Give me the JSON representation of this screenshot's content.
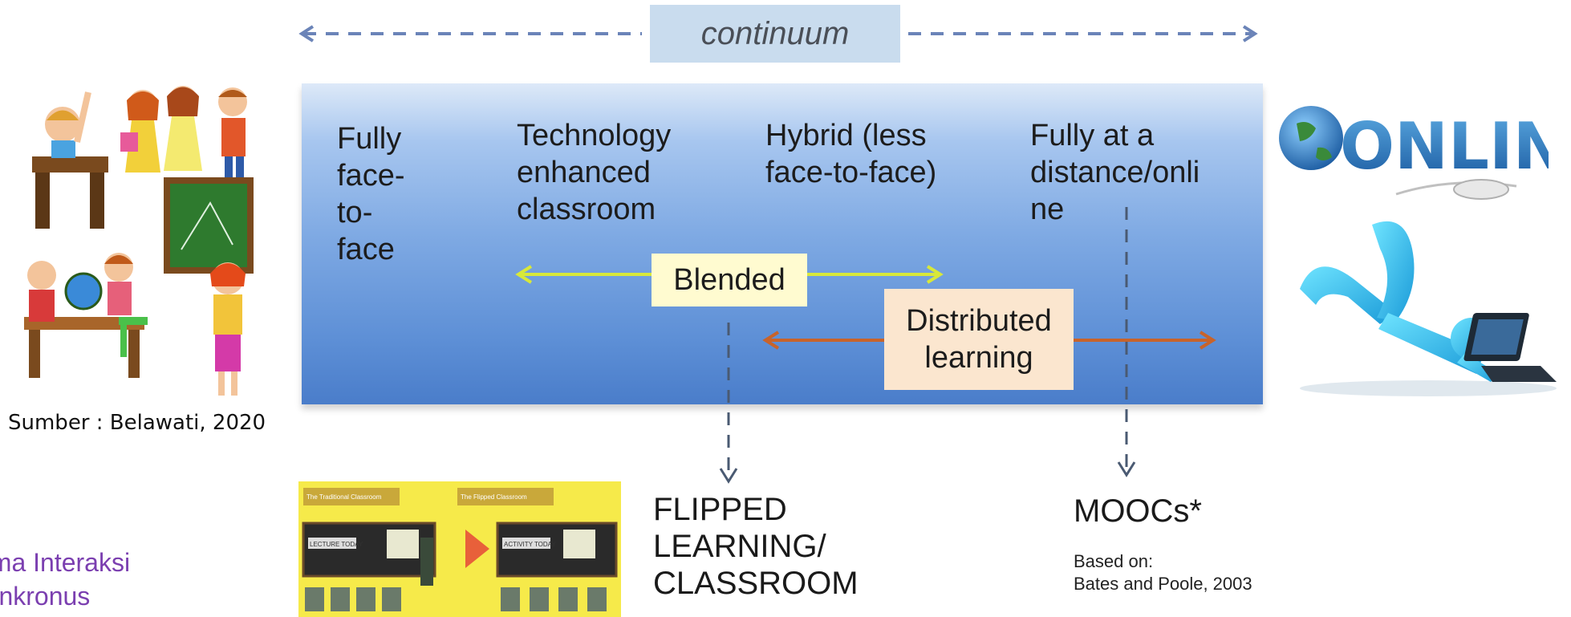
{
  "header": {
    "continuum_label": "continuum"
  },
  "columns": [
    {
      "label": "Fully\nface-\nto-\nface"
    },
    {
      "label": "Technology\nenhanced\nclassroom"
    },
    {
      "label": "Hybrid (less\nface-to-face)"
    },
    {
      "label": "Fully at a\ndistance/onli\nne"
    }
  ],
  "tags": {
    "blended": "Blended",
    "distributed": "Distributed\nlearning"
  },
  "outcomes": {
    "flipped": "FLIPPED\nLEARNING/\nCLASSROOM",
    "moocs": "MOOCs*",
    "moocs_source": "Based on:\nBates and Poole, 2003"
  },
  "left_image": {
    "caption": "Sumber : Belawati, 2020"
  },
  "right_image": {
    "logo_text": "ONLINE"
  },
  "flipped_thumbnail": {
    "left_title": "The Traditional Classroom",
    "right_title": "The Flipped Classroom",
    "left_board": "LECTURE TODAY",
    "right_board": "ACTIVITY TODAY"
  },
  "footer_text": "ema Interaksi\n Sinkronus",
  "colors": {
    "panel_top": "#dde9f8",
    "panel_bottom": "#4a7dca",
    "blended_arrow": "#d8e83a",
    "distributed_arrow": "#c8632a",
    "purple_text": "#7b3fb0"
  }
}
